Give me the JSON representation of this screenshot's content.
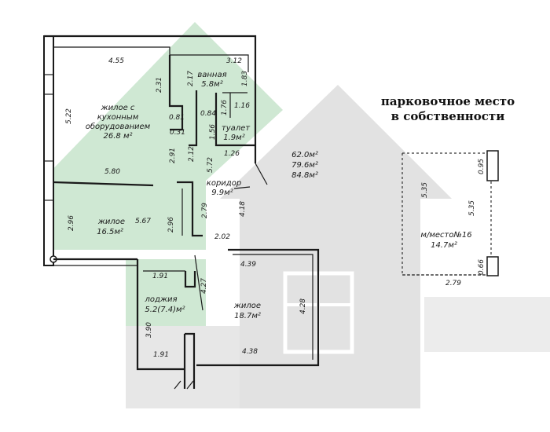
{
  "heading": {
    "line1": "парковочное место",
    "line2": "в собственности"
  },
  "rooms": {
    "living_kitchen": {
      "line1": "жилое с",
      "line2": "кухонным",
      "line3": "oборудованием",
      "area": "26.8 м²"
    },
    "bathroom": {
      "name": "ванная",
      "area": "5.8м²"
    },
    "toilet": {
      "name": "туалет",
      "area": "1.9м²"
    },
    "corridor": {
      "name": "коридор",
      "area": "9.9м²"
    },
    "living_left": {
      "name": "жилое",
      "area": "16.5м²"
    },
    "living_right": {
      "name": "жилое",
      "area": "18.7м²"
    },
    "loggia": {
      "name": "лоджия",
      "area": "5.2(7.4)м²"
    },
    "parking": {
      "name": "м/место№16",
      "area": "14.7м²"
    }
  },
  "totals": {
    "living": "62.0м²",
    "total": "79.6м²",
    "with_loggia": "84.8м²"
  },
  "dimensions": {
    "top_left": "4.55",
    "top_right": "3.12",
    "left_wall": "5.22",
    "bath_left": "2.31",
    "bath_inner": "2.17",
    "bath_right": "1.83",
    "small_a": "0.81",
    "small_b": "0.31",
    "small_c": "0.84",
    "toilet_w": "1.76",
    "toilet_w2": "1.16",
    "toilet_h": "1.56",
    "toilet_bottom": "1.26",
    "corr_a": "2.91",
    "corr_b": "2.12",
    "corr_c": "5.72",
    "mid_width": "5.80",
    "living_left_h": "2.96",
    "living_left_w": "5.67",
    "living_left_h2": "2.96",
    "corr_d": "2.79",
    "corr_e": "4.18",
    "corr_f": "2.02",
    "right_top": "4.39",
    "loggia_top": "1.91",
    "loggia_mid": "4.27",
    "right_h": "4.28",
    "loggia_h": "3.90",
    "loggia_bottom": "1.91",
    "right_bottom": "4.38",
    "park_left": "5.35",
    "park_right": "5.35",
    "park_top": "0.95",
    "park_small": "0.66",
    "park_bottom": "2.79"
  },
  "colors": {
    "green": "#cfe8d3",
    "gray": "#e2e2e2",
    "wall": "#1a1a1a"
  }
}
